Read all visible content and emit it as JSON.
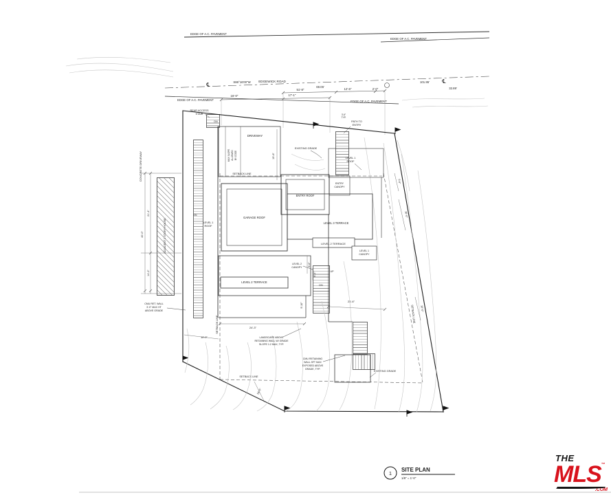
{
  "common": {
    "edge_pavement": "EDGE OF A.C. PAVEMENT",
    "setback_line": "SETBACK LINE",
    "existing_grade": "EXISTING GRADE",
    "dn": "DN",
    "up": "UP",
    "centerline_symbol": "℄"
  },
  "road": {
    "name": "EDGEWICK ROAD",
    "bearing": "S86°16'00\"W",
    "len_69": "69.06'",
    "len_101": "101.95'",
    "len_32": "32.89'"
  },
  "top_dims": {
    "d51_8": "51'-8\"",
    "d12_6": "12'-6\"",
    "d2_0": "2'-0\"",
    "d16_0": "16'-0\"",
    "d17_1": "17'-1\"",
    "d3_6": "3'-6\"",
    "typ": "TYP."
  },
  "site": {
    "rear_access_1": "REAR ACCESS",
    "rear_access_2": "STAIR",
    "driveway": "DRIVEWAY",
    "max_slope_1": "MAX SLOPE",
    "max_slope_2": "ALLOWED",
    "max_slope_3": "BY CODE",
    "path_entry_1": "PATH TO",
    "path_entry_2": "ENTRY",
    "level1_roof_1": "LEVEL 1",
    "level1_roof_2": "ROOF",
    "entry_roof": "ENTRY ROOF",
    "entry_canopy_1": "ENTRY",
    "entry_canopy_2": "CANOPY",
    "garage_roof": "GARAGE ROOF",
    "level3_terrace": "LEVEL 3 TERRACE",
    "level2_terrace": "LEVEL 2 TERRACE",
    "level1_canopy_1": "LEVEL 1",
    "level1_canopy_2": "CANOPY",
    "level2_canopy_1": "LEVEL 2",
    "level2_canopy_2": "CANOPY",
    "concrete_driveway": "CONCRETE DRIVEWAY",
    "adjacent_house": "ADJACENT 2 STORY HOUSE"
  },
  "notes": {
    "cmu_ret_1": "CMU RET. WALL",
    "cmu_ret_2": "3'-0\" MAX HT",
    "cmu_ret_3": "ABOVE GRADE",
    "landscape_1": "LANDSCAPE ABOVE",
    "landscape_2": "RETAINING WALL W/ GRADE",
    "landscape_3": "SLOPE 1:2 MAX, TYP.",
    "cmu_wall_1": "CMU RETAINING",
    "cmu_wall_2": "WALL 5FT MAX",
    "cmu_wall_3": "EXPOSED ABOVE",
    "cmu_wall_4": "GRADE, TYP."
  },
  "site_dims": {
    "d19_6": "19'-6\"",
    "d5_6": "5'-6\"",
    "d16_0": "16'-0\"",
    "d21_4": "21'-4\"",
    "d40_0": "40'-0\"",
    "d14_2": "14'-2\"",
    "d8_6": "8'-6\"",
    "d6_4": "6'-4\"",
    "d9_10": "9'-10\"",
    "d24_3": "24'-3\"",
    "d10_0_left": "10'-0\"",
    "d21_6": "21'-6\"",
    "d10_0_right": "10'-0\"",
    "d19_0": "19'-0\""
  },
  "title_block": {
    "detail_number": "1",
    "title": "SITE PLAN",
    "scale": "1/8\" = 1'-0\""
  },
  "logo": {
    "the": "THE",
    "mls": "MLS",
    "tm": "™",
    "com": ".COM"
  }
}
